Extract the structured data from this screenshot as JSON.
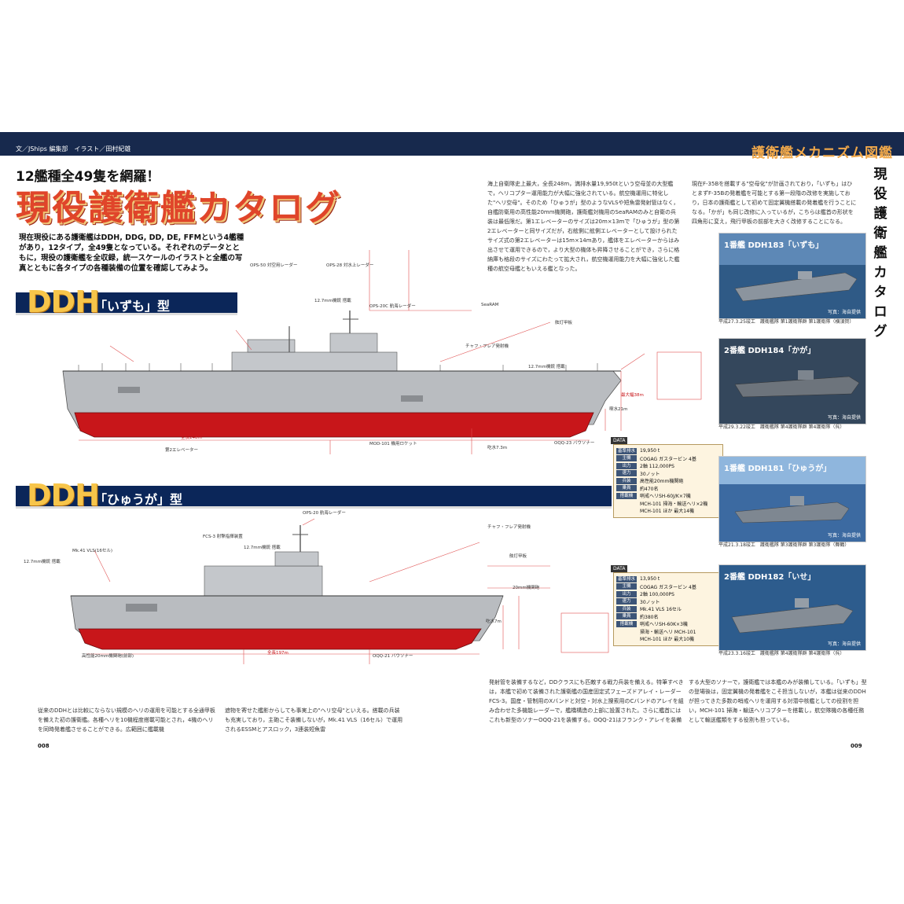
{
  "header": {
    "credit": "文／JShips 編集部　イラスト／田村紀雄",
    "series": "護衛艦メカニズム図鑑",
    "vertical_title": "現役護衛艦カタログ"
  },
  "intro": {
    "subtitle": "12艦種全49隻を網羅！",
    "title": "現役護衛艦カタログ",
    "lead": "現在現役にある護衛艦はDDH, DDG, DD, DE, FFMという4艦種があり，12タイプ，全49隻となっている。それぞれのデータとともに，現役の護衛艦を全収録，統一スケールのイラストと全艦の写真とともに各タイプの各種装備の位置を確認してみよう。"
  },
  "sections": [
    {
      "prefix": "DDH",
      "name": "「いずも」型"
    },
    {
      "prefix": "DDH",
      "name": "「ひゅうが」型"
    }
  ],
  "body_text": {
    "col1": "海上自衛隊史上最大，全長248m，満排水量19,950tという空母並の大型艦で，ヘリコプター運用能力が大幅に強化されている。航空機運用に特化した\"ヘリ空母\"。そのため「ひゅうが」型のようなVLSや短魚雷発射管はなく，自艦防衛用の高性能20mm機関砲，護衛艦対機用のSeaRAMのみと自衛の兵装は最低限だ。第1エレベーターのサイズは20m×13mで「ひゅうが」型の第2エレベーターと同サイズだが，右舷側に舷側エレベーターとして設けられたサイズ式の第2エレベーターは15m×14mあり，艦体をエレベーターからはみ出させて運用できるので，より大型の機体も昇降させることができ，さらに格納庫も格段のサイズにわたって拡大され，航空機運用能力を大幅に強化した艦種の航空母艦ともいえる艦となった。",
    "col2": "現在F-35Bを搭載する\"空母化\"が計画されており，「いずも」はひとまずF-35Bの発着艦を可能とする第一段階の改修を実施しており，日本の護衛艦として初めて固定翼機搭載の発着艦を行うことになる。「かが」も同じ改修に入っているが，こちらは艦首の形状を四角形に変え，飛行甲板の前部を大きく改修することになる。",
    "col3": "従来のDDHとは比較にならない規模のヘリの運用を可能とする全通甲板を備えた初の護衛艦。各種ヘリを10機程度搭載可能とされ，4機のヘリを同時発着艦させることができる。広範囲に艦載機",
    "col4": "遮物を寄せた艦影からしても事実上の\"ヘリ空母\"といえる。搭載の兵装も充実しており，主砲こそ装備しないが，Mk.41 VLS（16セル）で運用されるESSMとアスロック，3連装短魚雷",
    "col5": "発射管を装備するなど，DDクラスにも匹敵する戦力兵装を備える。特筆すべきは，本艦で初めて装備された護衛艦の国産固定式フェーズドアレイ・レーダーFCS-3。国産・管制用のXバンドと対空・対水上捜索用のCバンドのアレイを組み合わせた多機能レーダーで，艦橋構造の上部に設置された。さらに艦首にはこれも新型のソナーOQQ-21を装備する。OQQ-21はフランク・アレイを装備",
    "col6": "する大型のソナーで，護衛艦では本艦のみが装備している。「いずも」型の登場後は，固定翼機の発着艦をこそ担当しないが，本艦は従来のDDHが担ってきた多数の哨戒ヘリを運用する対潜中核艦としての役割を担い，MCH-101 掃海・輸送ヘリコプターを搭載し，航空隊機の各種任務として輸送艦類をする役割も担っている。"
  },
  "page_numbers": {
    "left": "008",
    "right": "009"
  },
  "ship_labels_izumo": [
    "OPS-50 対空用レーダー",
    "OPS-28 対水上レーダー",
    "12.7mm機銃 搭載",
    "OPS-20C 航海レーダー",
    "SeaRAM",
    "チャフ・フレア発射機",
    "舷灯甲板",
    "12.7mm機銃 搭載",
    "第2エレベーター",
    "全長248m",
    "吃水7.3m",
    "OQQ-23 バウソナー",
    "MOD-101 機用ロケット",
    "喫水21m",
    "最大幅38m"
  ],
  "ship_labels_hyuga": [
    "12.7mm機銃 搭載",
    "Mk.41 VLS(16セル)",
    "OPS-20 航海レーダー",
    "FCS-3 射撃指揮装置",
    "12.7mm機銃 搭載",
    "チャフ・フレア発射機",
    "舷灯甲板",
    "20mm機関砲",
    "全長197m",
    "OQQ-21 バウソナー",
    "高性能20mm機関砲(前部)",
    "吃水7m"
  ],
  "photos": [
    {
      "caption": "1番艦 DDH183「いずも」",
      "credit": "写真：海自提供",
      "note": "平成27.3.25竣工　護衛艦隊 第1護衛隊群 第1護衛隊（横須賀）"
    },
    {
      "caption": "2番艦 DDH184「かが」",
      "credit": "写真：海自提供",
      "note": "平成29.3.22竣工　護衛艦隊 第4護衛隊群 第4護衛隊（呉）"
    },
    {
      "caption": "1番艦 DDH181「ひゅうが」",
      "credit": "写真：海自提供",
      "note": "平成21.3.18竣工　護衛艦隊 第3護衛隊群 第3護衛隊（舞鶴）"
    },
    {
      "caption": "2番艦 DDH182「いせ」",
      "credit": "写真：海自提供",
      "note": "平成23.3.16竣工　護衛艦隊 第4護衛隊群 第4護衛隊（呉）"
    }
  ],
  "specs": [
    {
      "tag": "DATA",
      "rows": [
        {
          "label": "基準排水量",
          "value": "19,950 t"
        },
        {
          "label": "主機",
          "value": "COGAG ガスタービン 4基"
        },
        {
          "label": "出力",
          "value": "2軸 112,000PS"
        },
        {
          "label": "速力",
          "value": "30ノット"
        },
        {
          "label": "兵装",
          "value": "高性能20mm機関砲"
        },
        {
          "label": "乗員",
          "value": "約470名"
        },
        {
          "label": "搭載機",
          "value": "哨戒ヘリSH-60J/K×7機"
        },
        {
          "label": "",
          "value": "MCH-101 掃海・輸送ヘリ×2機"
        },
        {
          "label": "",
          "value": "MCH-101 ほか 最大14機"
        }
      ]
    },
    {
      "tag": "DATA",
      "rows": [
        {
          "label": "基準排水量",
          "value": "13,950 t"
        },
        {
          "label": "主機",
          "value": "COGAG ガスタービン 4基"
        },
        {
          "label": "出力",
          "value": "2軸 100,000PS"
        },
        {
          "label": "速力",
          "value": "30ノット"
        },
        {
          "label": "兵装",
          "value": "Mk.41 VLS 16セル"
        },
        {
          "label": "乗員",
          "value": "約380名"
        },
        {
          "label": "搭載機",
          "value": "哨戒ヘリSH-60K×3機"
        },
        {
          "label": "",
          "value": "掃海・輸送ヘリ MCH-101"
        },
        {
          "label": "",
          "value": "MCH-101 ほか 最大10機"
        }
      ]
    }
  ],
  "colors": {
    "navy": "#17294d",
    "orange_title": "#e0452a",
    "gold": "#f7c54a",
    "hull_red": "#c8161a",
    "hull_gray": "#b9bcc0"
  }
}
